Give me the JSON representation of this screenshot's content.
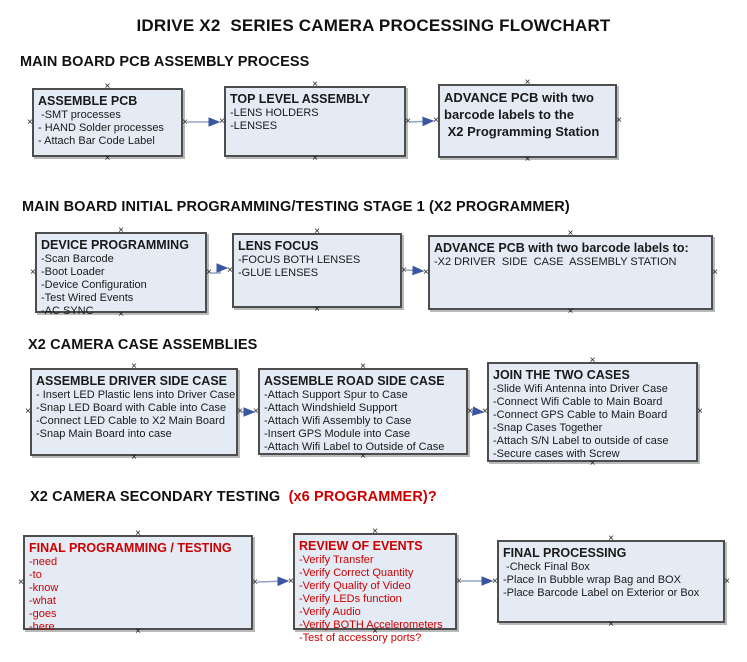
{
  "page_title": "IDRIVE X2  SERIES CAMERA PROCESSING FLOWCHART",
  "colors": {
    "box_fill": "#e4ebf5",
    "box_border": "#4d4d4d",
    "red_text": "#cc0000",
    "connector_line": "#8fa5c5",
    "connector_arrowhead": "#3a56a3",
    "black_text": "#111111"
  },
  "sections": [
    {
      "heading": "MAIN BOARD PCB ASSEMBLY PROCESS"
    },
    {
      "heading": "MAIN BOARD INITIAL PROGRAMMING/TESTING STAGE 1 (X2 PROGRAMMER)"
    },
    {
      "heading": "X2 CAMERA CASE ASSEMBLIES"
    },
    {
      "heading": "X2 CAMERA SECONDARY TESTING ",
      "heading_accent": " (x6 PROGRAMMER)?"
    }
  ],
  "boxes": {
    "assemble_pcb": {
      "title": "ASSEMBLE PCB",
      "items": [
        " -SMT processes",
        "- HAND Solder processes",
        "- Attach Bar Code Label"
      ]
    },
    "top_level_assembly": {
      "title": "TOP LEVEL ASSEMBLY",
      "items": [
        "-LENS HOLDERS",
        "-LENSES"
      ]
    },
    "advance_pcb_programming_station": {
      "lines": [
        "ADVANCE PCB with two",
        "barcode labels to the",
        " X2 Programming Station"
      ]
    },
    "device_programming": {
      "title": "DEVICE PROGRAMMING",
      "items": [
        "-Scan Barcode",
        "-Boot Loader",
        "-Device Configuration",
        "-Test Wired Events",
        "-AC SYNC"
      ]
    },
    "lens_focus": {
      "title": "LENS FOCUS",
      "items": [
        "-FOCUS BOTH LENSES",
        "-GLUE LENSES"
      ]
    },
    "advance_pcb_driver_side": {
      "title": "ADVANCE PCB with two barcode labels to:",
      "items": [
        "-X2 DRIVER  SIDE  CASE  ASSEMBLY STATION"
      ]
    },
    "assemble_driver_side_case": {
      "title": "ASSEMBLE DRIVER SIDE CASE",
      "items": [
        "- Insert LED Plastic lens into Driver Case",
        "-Snap LED Board with Cable into Case",
        "-Connect LED Cable to X2 Main Board",
        "-Snap Main Board into case"
      ]
    },
    "assemble_road_side_case": {
      "title": "ASSEMBLE ROAD SIDE CASE",
      "items": [
        "-Attach Support Spur to Case",
        "-Attach Windshield Support",
        "-Attach Wifi Assembly to Case",
        "-Insert GPS Module into Case",
        "-Attach Wifi Label to Outside of Case"
      ]
    },
    "join_the_two_cases": {
      "title": "JOIN THE TWO CASES",
      "items": [
        "-Slide Wifi Antenna into Driver Case",
        "-Connect Wifi Cable to Main Board",
        "-Connect GPS Cable to Main Board",
        "-Snap Cases Together",
        "-Attach S/N Label to outside of case",
        "-Secure cases with Screw"
      ]
    },
    "final_programming_testing": {
      "title": "FINAL PROGRAMMING / TESTING",
      "items": [
        "-need",
        "-to",
        "-know",
        "-what",
        "-goes",
        "-here"
      ]
    },
    "review_of_events": {
      "title": "REVIEW OF EVENTS",
      "items": [
        "-Verify Transfer",
        "-Verify Correct Quantity",
        "-Verify Quality of Video",
        "-Verify LEDs function",
        "-Verify Audio",
        "-Verify BOTH Accelerometers",
        "-Test of accessory ports?"
      ]
    },
    "final_processing": {
      "title": "FINAL PROCESSING",
      "items": [
        " -Check Final Box",
        "-Place In Bubble wrap Bag and BOX",
        "-Place Barcode Label on Exterior or Box"
      ]
    }
  }
}
